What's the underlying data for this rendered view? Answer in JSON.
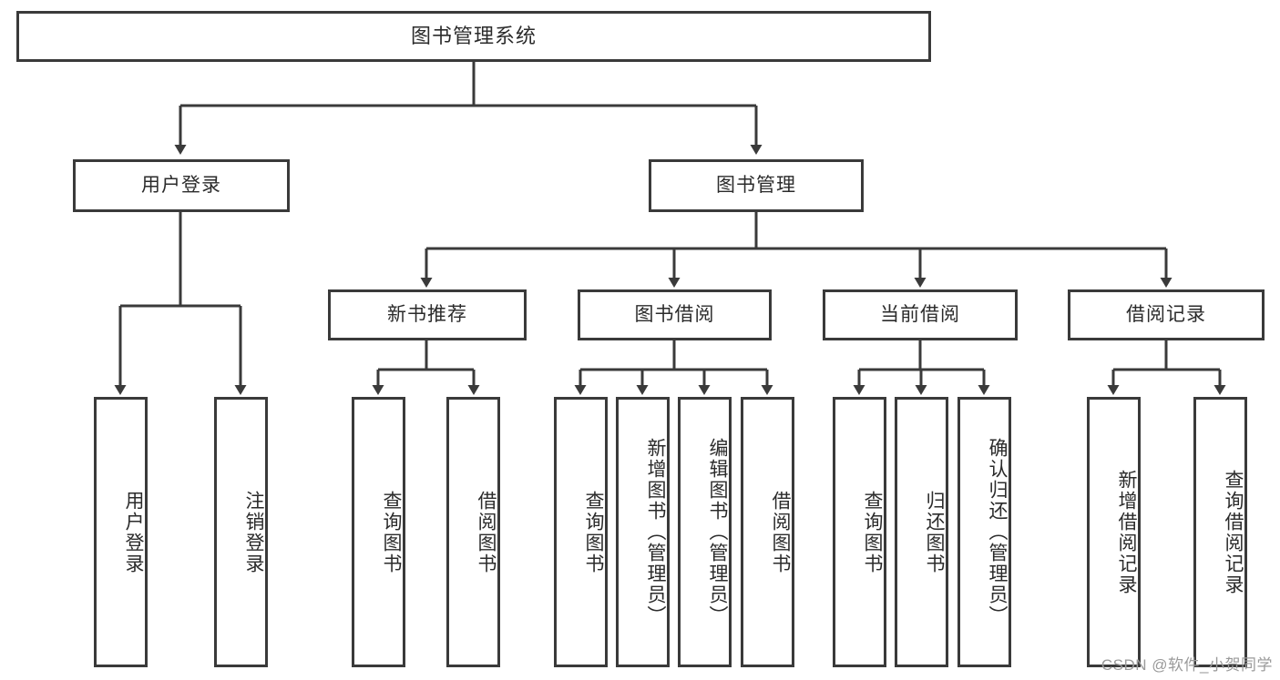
{
  "diagram": {
    "title": "图书管理系统",
    "root": {
      "label": "图书管理系统"
    },
    "level1": [
      {
        "label": "用户登录"
      },
      {
        "label": "图书管理"
      }
    ],
    "level2": [
      {
        "label": "新书推荐"
      },
      {
        "label": "图书借阅"
      },
      {
        "label": "当前借阅"
      },
      {
        "label": "借阅记录"
      }
    ],
    "leaves": {
      "user_login": [
        {
          "label": "用户登录"
        },
        {
          "label": "注销登录"
        }
      ],
      "new_book_recommend": [
        {
          "label": "查询图书"
        },
        {
          "label": "借阅图书"
        }
      ],
      "book_borrow": [
        {
          "label": "查询图书"
        },
        {
          "label": "新增图书（管理员）"
        },
        {
          "label": "编辑图书（管理员）"
        },
        {
          "label": "借阅图书"
        }
      ],
      "current_borrow": [
        {
          "label": "查询图书"
        },
        {
          "label": "归还图书"
        },
        {
          "label": "确认归还（管理员）"
        }
      ],
      "borrow_record": [
        {
          "label": "新增借阅记录"
        },
        {
          "label": "查询借阅记录"
        }
      ]
    }
  },
  "watermark": {
    "text": "CSDN @软件_小贺同学"
  },
  "colors": {
    "border": "#3a3a3a",
    "text": "#2b2b2b",
    "background": "#ffffff",
    "watermark": "#9a9a9a"
  }
}
